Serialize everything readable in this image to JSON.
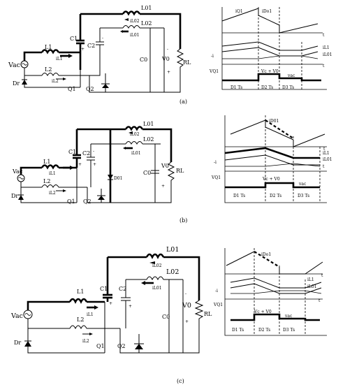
{
  "panels": [
    {
      "id": "a",
      "caption": "(a)",
      "circuit": {
        "source": "Vac",
        "ind1": "L1",
        "ind1_current": "iL1",
        "ind2": "L2",
        "ind2_current": "iL2",
        "diode": "Dr",
        "switch1": "Q1",
        "switch2": "Q2",
        "cap1": "C1",
        "cap2": "C2",
        "out_cap": "C0",
        "out_ind1": "L01",
        "out_ind1_current": "iL02",
        "out_ind2": "L02",
        "out_ind2_current": "iL01",
        "vout": "V0",
        "load": "RL",
        "plus": "+",
        "minus": "-"
      },
      "waveform": {
        "top_label1": "iQ1",
        "top_label2": "iDo1",
        "t": "t",
        "mid_label1": "iL1",
        "mid_label2": "iL01",
        "mid_label3": "-i",
        "vq_label": "VQ1",
        "vq_mid": "Vc + V0",
        "vq_right": "vac",
        "int1": "D1 Ts",
        "int2": "D2 Ts",
        "int3": "D3 Ts"
      }
    },
    {
      "id": "b",
      "caption": "(b)",
      "circuit": {
        "source": "Vac",
        "ind1": "L1",
        "ind1_current": "iL1",
        "ind2": "L2",
        "ind2_current": "iL2",
        "diode": "Dr",
        "switch1": "Q1",
        "switch2": "Q2",
        "cap1": "C1",
        "cap2": "C2",
        "out_cap": "C0",
        "out_diode": "D01",
        "out_ind1": "L01",
        "out_ind1_current": "iL02",
        "out_ind2": "L02",
        "out_ind2_current": "iL01",
        "vout": "V0",
        "load": "RL",
        "plus": "+",
        "minus": "-"
      },
      "waveform": {
        "top_label1": "iD01",
        "t": "t",
        "mid_label1": "iL1",
        "mid_label2": "iL01",
        "mid_label3": "-i",
        "vq_label": "VQ1",
        "vq_mid": "Vc + V0",
        "vq_right": "vac",
        "int1": "D1 Ts",
        "int2": "D2 Ts",
        "int3": "D3 Ts"
      }
    },
    {
      "id": "c",
      "caption": "(c)",
      "circuit": {
        "source": "Vac",
        "ind1": "L1",
        "ind1_current": "iL1",
        "ind2": "L2",
        "ind2_current": "iL2",
        "diode": "Dr",
        "switch1": "Q1",
        "switch2": "Q2",
        "cap1": "C1",
        "cap2": "C2",
        "out_cap": "C0",
        "out_ind1": "L01",
        "out_ind1_current": "iL02",
        "out_ind2": "L02",
        "out_ind2_current": "iL01",
        "vout": "V0",
        "load": "RL",
        "plus": "+",
        "minus": "-"
      },
      "waveform": {
        "top_label1": "iDo1",
        "t": "t",
        "mid_label1": "iL1",
        "mid_label2": "iL01",
        "mid_label3": "-i",
        "vq_label": "VQ1",
        "vq_mid": "Vc + V0",
        "vq_right": "vac",
        "int1": "D1 Ts",
        "int2": "D2 Ts",
        "int3": "D3 Ts"
      }
    }
  ]
}
